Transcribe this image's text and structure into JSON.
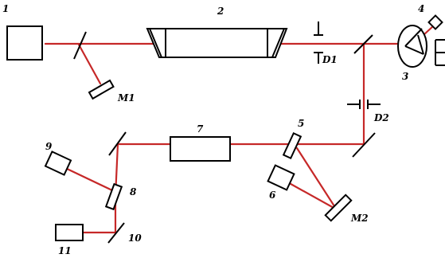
{
  "colors": {
    "beam": "#c62828",
    "component_stroke": "#000000",
    "background": "#ffffff"
  },
  "labels": {
    "n1": "1",
    "n2": "2",
    "n3": "3",
    "n4": "4",
    "n5": "5",
    "n6": "6",
    "n7": "7",
    "n8": "8",
    "n9": "9",
    "n10": "10",
    "n11": "11",
    "m1": "M1",
    "m2": "M2",
    "d1": "D1",
    "d2": "D2"
  }
}
